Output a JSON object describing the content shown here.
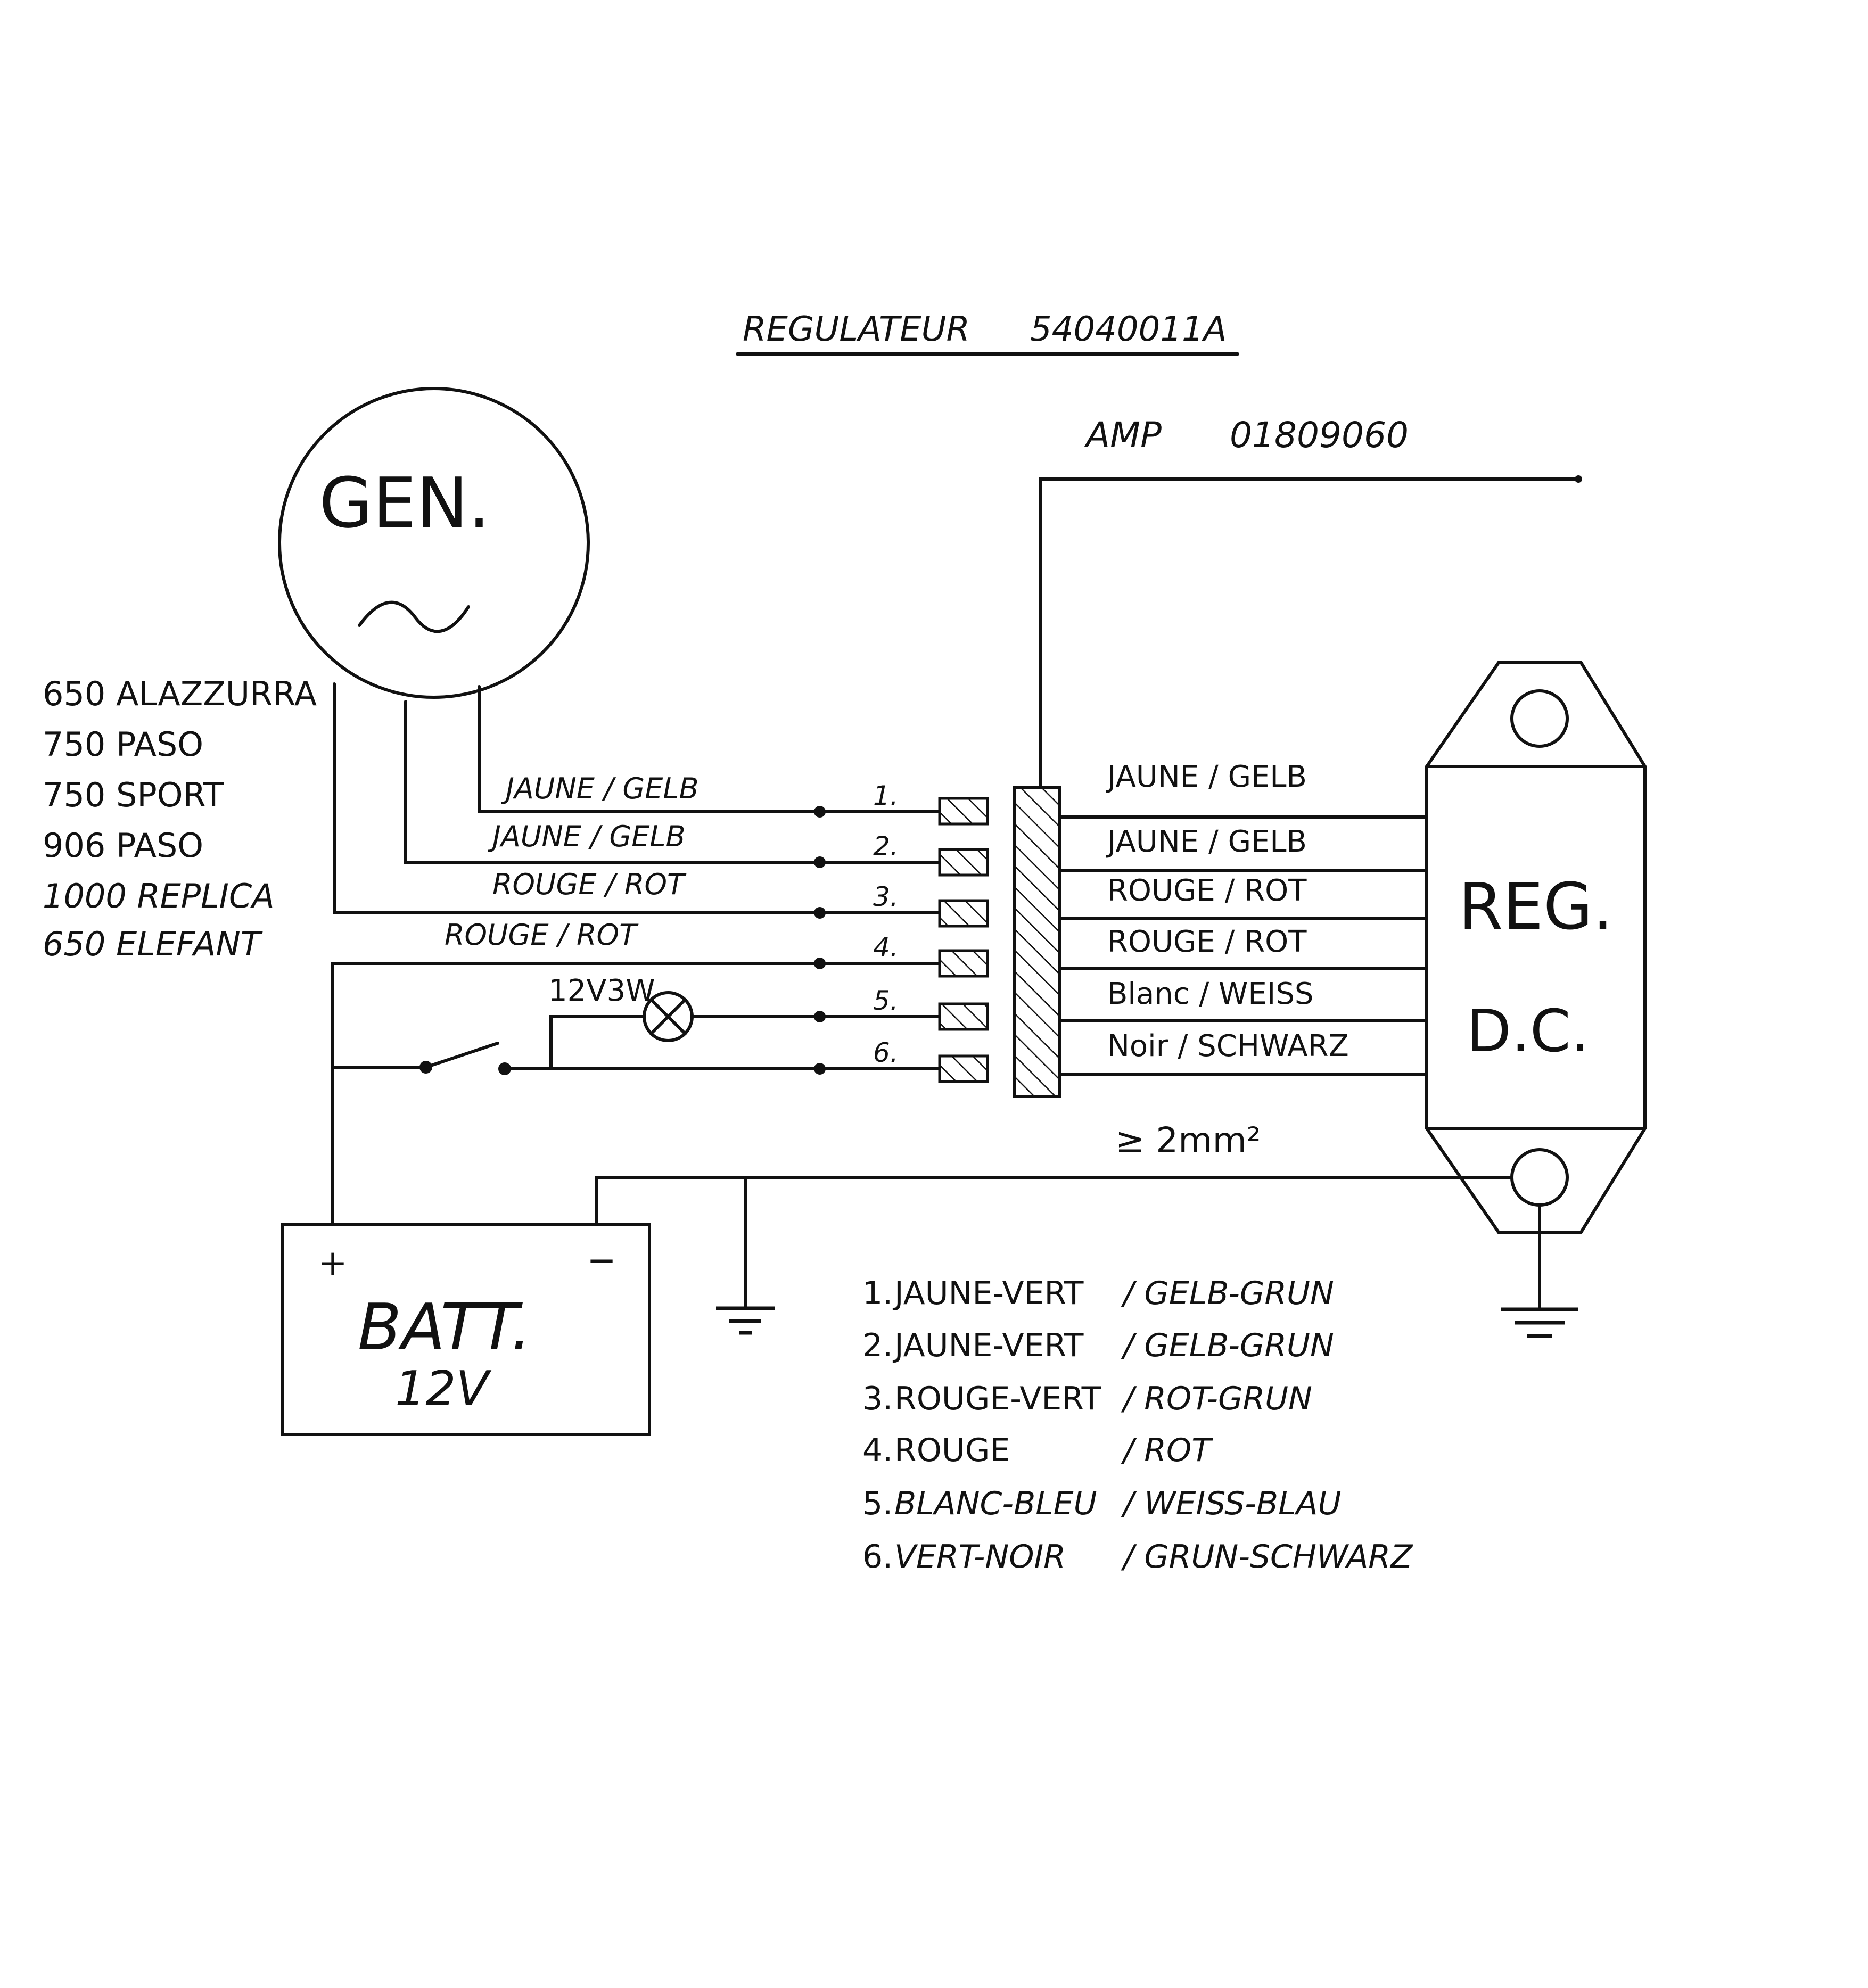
{
  "title": "REGULATEUR",
  "part_number": "54040011A",
  "amp": {
    "label": "AMP",
    "number": "01809060"
  },
  "generator": {
    "label": "GEN.",
    "symbol": "~"
  },
  "models": [
    "650 ALAZZURRA",
    "750 PASO",
    "750 SPORT",
    "906 PASO",
    "1000 REPLICA",
    "650 ELEFANT"
  ],
  "left_wires": [
    {
      "pin": "1.",
      "label": "JAUNE / GELB"
    },
    {
      "pin": "2.",
      "label": "JAUNE / GELB"
    },
    {
      "pin": "3.",
      "label": "ROUGE / ROT"
    },
    {
      "pin": "4.",
      "label": "ROUGE / ROT"
    },
    {
      "pin": "5.",
      "label": ""
    },
    {
      "pin": "6.",
      "label": ""
    }
  ],
  "lamp_label": "12V3W",
  "right_wires": [
    "JAUNE / GELB",
    "JAUNE / GELB",
    "ROUGE / ROT",
    "ROUGE / ROT",
    "Blanc / WEISS",
    "Noir / SCHWARZ"
  ],
  "regulator": {
    "line1": "REG.",
    "line2": "D.C."
  },
  "ground_note": "≥ 2mm²",
  "battery": {
    "label": "BATT.",
    "voltage": "12V",
    "plus": "+",
    "minus": "−"
  },
  "legend": [
    {
      "num": "1.",
      "fr": "JAUNE-VERT",
      "de": "/ GELB-GRUN"
    },
    {
      "num": "2.",
      "fr": "JAUNE-VERT",
      "de": "/ GELB-GRUN"
    },
    {
      "num": "3.",
      "fr": "ROUGE-VERT",
      "de": "/ ROT-GRUN"
    },
    {
      "num": "4.",
      "fr": "ROUGE",
      "de": "/ ROT"
    },
    {
      "num": "5.",
      "fr": "BLANC-BLEU",
      "de": "/ WEISS-BLAU"
    },
    {
      "num": "6.",
      "fr": "VERT-NOIR",
      "de": "/ GRUN-SCHWARZ"
    }
  ]
}
